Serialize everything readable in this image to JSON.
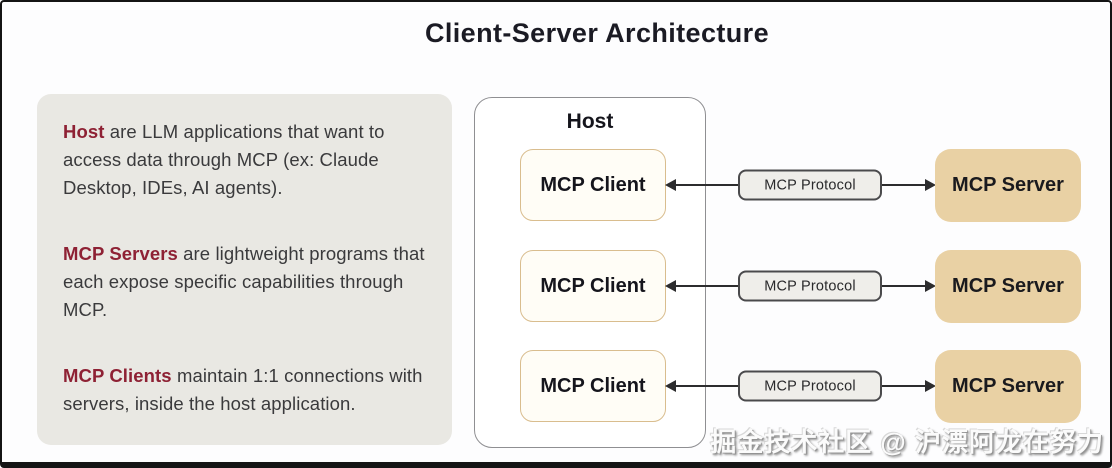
{
  "title": "Client-Server Architecture",
  "info_panel": {
    "paragraphs": [
      {
        "term": "Host",
        "rest": " are LLM applications that want to access data through MCP (ex: Claude Desktop, IDEs, AI agents)."
      },
      {
        "term": "MCP Servers",
        "rest": " are lightweight programs that each expose specific capabilities through MCP."
      },
      {
        "term": "MCP Clients",
        "rest": " maintain 1:1 connections with servers, inside the host application."
      }
    ]
  },
  "host": {
    "label": "Host",
    "clients": [
      "MCP Client",
      "MCP Client",
      "MCP Client"
    ]
  },
  "connectors": [
    {
      "label": "MCP Protocol"
    },
    {
      "label": "MCP Protocol"
    },
    {
      "label": "MCP Protocol"
    }
  ],
  "servers": [
    "MCP Server",
    "MCP Server",
    "MCP Server"
  ],
  "watermark": "掘金技术社区 @ 沪漂阿龙在努力",
  "colors": {
    "term_accent": "#8e2134",
    "server_fill": "#e9d1a4",
    "client_border": "#d9bd8e",
    "panel_background": "#e9e8e3",
    "frame_border": "#141414"
  }
}
